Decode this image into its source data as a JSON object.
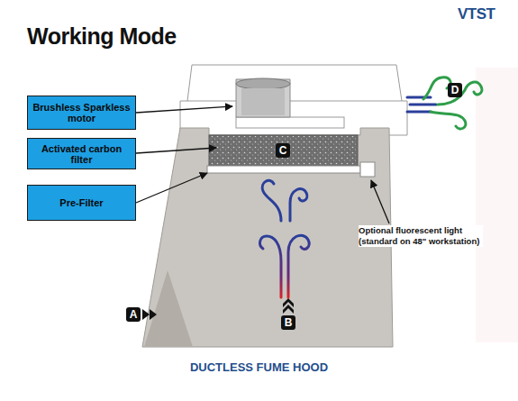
{
  "diagram": {
    "title": "Working Mode",
    "caption": "DUCTLESS FUME HOOD",
    "nodes": [
      {
        "text": [
          "Brushless Sparkless motor"
        ]
      },
      {
        "text": [
          "Activated carbon filter"
        ]
      },
      {
        "text": [
          "Pre-Filter"
        ]
      }
    ],
    "labels": [
      "VTST",
      "D",
      "C",
      "Optional fluorescent light (standard on 48\" workstation)",
      "A",
      "B"
    ]
  }
}
